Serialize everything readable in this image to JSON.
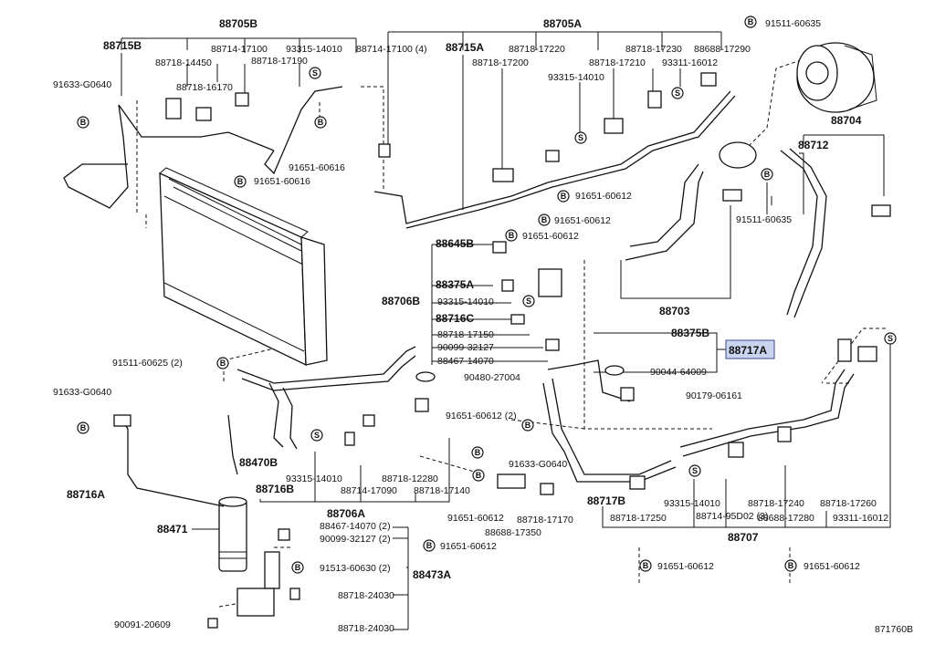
{
  "diagram_id": "871760B",
  "highlighted_part": "88717A",
  "highlight_color": "#c9d4ee",
  "labels": {
    "l88705B": "88705B",
    "l88705A": "88705A",
    "l88715B": "88715B",
    "l88714_17100a": "88714-17100",
    "l93315_14010a": "93315-14010",
    "l88714_17100_4": "88714-17100 (4)",
    "l88715A": "88715A",
    "l88718_17220": "88718-17220",
    "l88718_17230": "88718-17230",
    "l88688_17290": "88688-17290",
    "l88718_14450": "88718-14450",
    "l88718_17190": "88718-17190",
    "l88718_17200": "88718-17200",
    "l88718_17210": "88718-17210",
    "l93311_16012a": "93311-16012",
    "l91633_G0640a": "91633-G0640",
    "l88718_16170": "88718-16170",
    "l93315_14010b": "93315-14010",
    "l91511_60635a": "91511-60635",
    "l88704": "88704",
    "l88712": "88712",
    "l91651_60616a": "91651-60616",
    "l91651_60616b": "91651-60616",
    "l91651_60612a": "91651-60612",
    "l91651_60612b": "91651-60612",
    "l91651_60612c": "91651-60612",
    "l91511_60635b": "91511-60635",
    "l88645B": "88645B",
    "l88375A": "88375A",
    "l88706B": "88706B",
    "l93315_14010c": "93315-14010",
    "l88716C": "88716C",
    "l88718_17150": "88718-17150",
    "l90099_32127a": "90099-32127",
    "l88467_14070a": "88467-14070",
    "l90480_27004": "90480-27004",
    "l88703": "88703",
    "l88375B": "88375B",
    "l88717A": "88717A",
    "l90044_64009": "90044-64009",
    "l91511_60625_2": "91511-60625 (2)",
    "l91633_G0640b": "91633-G0640",
    "l90179_06161": "90179-06161",
    "l91651_60612_2": "91651-60612 (2)",
    "l88470B": "88470B",
    "l93315_14010d": "93315-14010",
    "l88718_12280": "88718-12280",
    "l91633_G0640c": "91633-G0640",
    "l88716A": "88716A",
    "l88716B": "88716B",
    "l88714_17090": "88714-17090",
    "l88718_17140": "88718-17140",
    "l91651_60612d": "91651-60612",
    "l88718_17170": "88718-17170",
    "l88688_17350": "88688-17350",
    "l88706A": "88706A",
    "l88717B": "88717B",
    "l93315_14010e": "93315-14010",
    "l88718_17240": "88718-17240",
    "l88718_17260": "88718-17260",
    "l88718_17250": "88718-17250",
    "l88714_95D02_3": "88714-95D02 (3)",
    "l88688_17280": "88688-17280",
    "l93311_16012b": "93311-16012",
    "l88707": "88707",
    "l88471": "88471",
    "l88467_14070_2": "88467-14070 (2)",
    "l90099_32127_2": "90099-32127 (2)",
    "l91651_60612e": "91651-60612",
    "l91513_60630_2": "91513-60630 (2)",
    "l88473A": "88473A",
    "l88718_24030a": "88718-24030",
    "l88718_24030b": "88718-24030",
    "l90091_20609": "90091-20609",
    "l91651_60612f": "91651-60612",
    "l91651_60612g": "91651-60612",
    "mark_B": "B",
    "mark_S": "S"
  }
}
